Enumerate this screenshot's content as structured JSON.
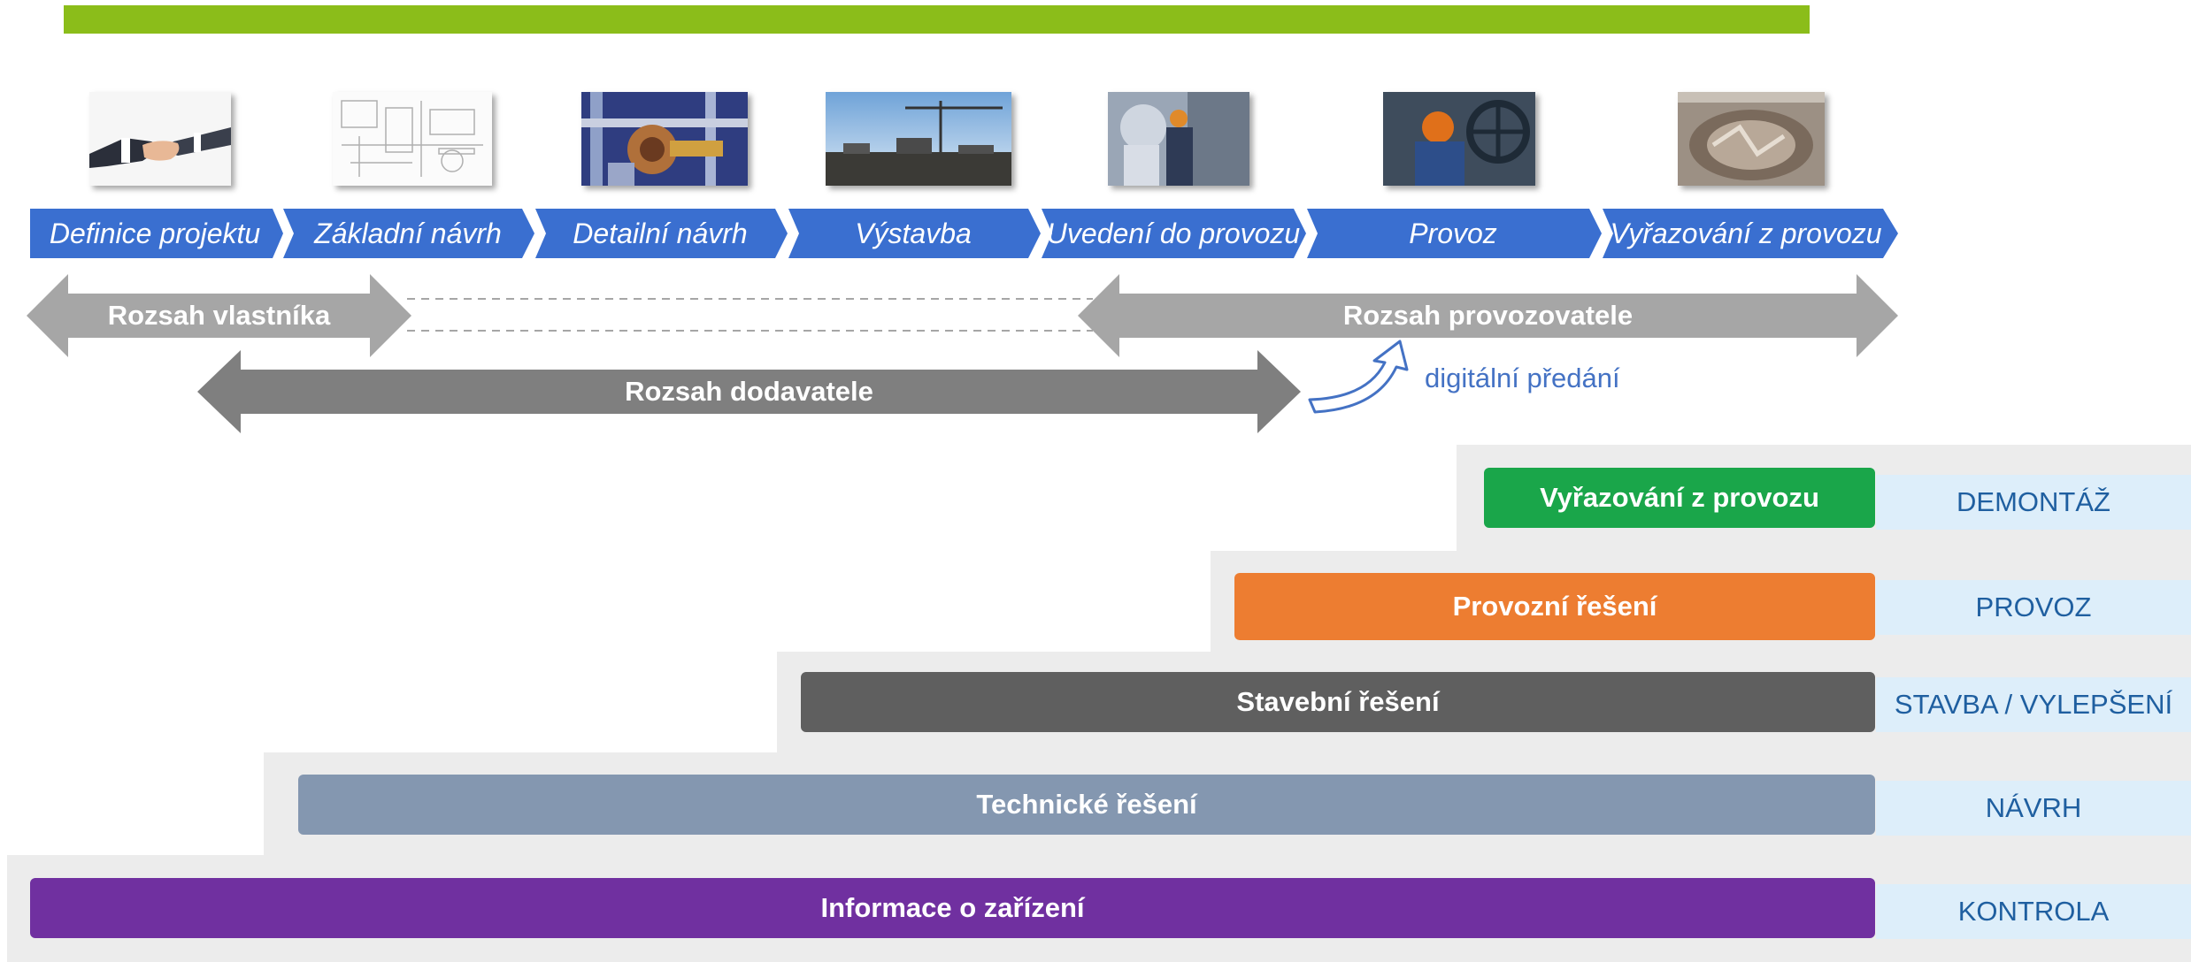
{
  "colors": {
    "top_bar": "#8bbd1a",
    "phase_blue": "#3a6fd0",
    "owner_gray": "#a6a6a6",
    "operator_gray": "#a6a6a6",
    "supplier_gray": "#7f7f7f",
    "handover_blue": "#4472c4",
    "band_gray": "#ececec",
    "side_blue_bg": "#ddeefa",
    "side_blue_text": "#1f5fa0"
  },
  "phases": [
    {
      "label": "Definice projektu",
      "image": "handshake-photo"
    },
    {
      "label": "Základní návrh",
      "image": "blueprint-drawing"
    },
    {
      "label": "Detailní návrh",
      "image": "piping-3d-model"
    },
    {
      "label": "Výstavba",
      "image": "construction-site-crane"
    },
    {
      "label": "Uvedení do provozu",
      "image": "engineers-commissioning"
    },
    {
      "label": "Provoz",
      "image": "worker-valve-wheel"
    },
    {
      "label": "Vyřazování z provozu",
      "image": "demolition-site"
    }
  ],
  "scopes": {
    "owner": "Rozsah vlastníka",
    "operator": "Rozsah provozovatele",
    "supplier": "Rozsah dodavatele",
    "handover": "digitální předání"
  },
  "layers": [
    {
      "label": "Vyřazování z provozu",
      "side": "DEMONTÁŽ",
      "color": "#1aa64a"
    },
    {
      "label": "Provozní řešení",
      "side": "PROVOZ",
      "color": "#ed7d31"
    },
    {
      "label": "Stavební řešení",
      "side": "STAVBA / VYLEPŠENÍ",
      "color": "#5f5f5f"
    },
    {
      "label": "Technické řešení",
      "side": "NÁVRH",
      "color": "#8497b0"
    },
    {
      "label": "Informace o zařízení",
      "side": "KONTROLA",
      "color": "#7030a0"
    }
  ]
}
